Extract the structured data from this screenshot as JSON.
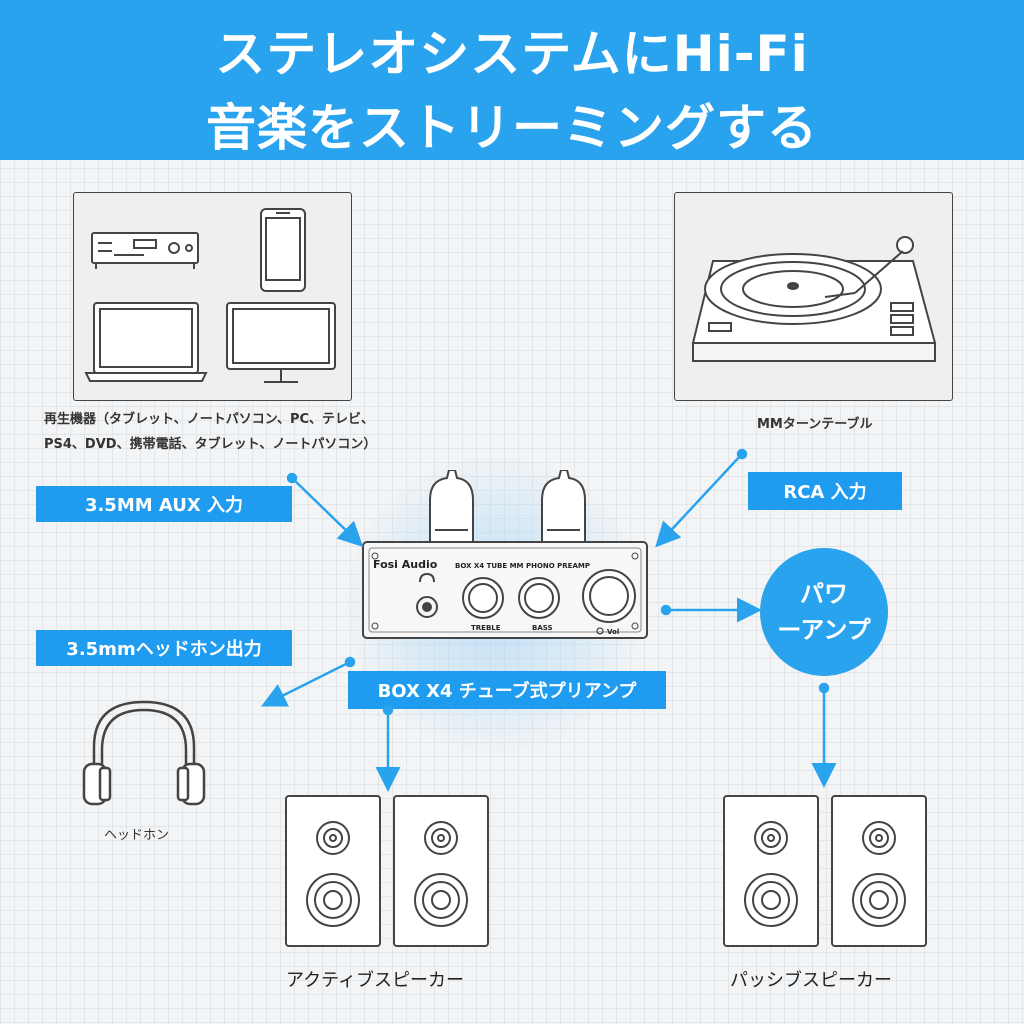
{
  "header": {
    "line1": "ステレオシステムにHi-Fi",
    "line2": "音楽をストリーミングする"
  },
  "sources": {
    "caption_line1": "再生機器（タブレット、ノートパソコン、PC、テレビ、",
    "caption_line2": "PS4、DVD、携帯電話、タブレット、ノートパソコン）"
  },
  "turntable": {
    "caption": "MMターンテーブル"
  },
  "labels": {
    "aux_input": "3.5MM AUX 入力",
    "rca_input": "RCA 入力",
    "headphone_output": "3.5mmヘッドホン出力",
    "product_name": "BOX X4 チューブ式プリアンプ"
  },
  "power_amp": {
    "line1": "パワ",
    "line2": "ーアンプ"
  },
  "device": {
    "brand": "Fosi Audio",
    "model": "BOX X4 TUBE MM PHONO PREAMP",
    "knob_treble": "TREBLE",
    "knob_bass": "BASS",
    "knob_vol": "Vol"
  },
  "headphones": {
    "caption": "ヘッドホン"
  },
  "active_speakers": {
    "caption": "アクティブスピーカー"
  },
  "passive_speakers": {
    "caption": "パッシブスピーカー"
  },
  "colors": {
    "accent": "#2aa3ee",
    "pill": "#1f9cf0",
    "ink": "#444444"
  },
  "icons": [
    "cd-player-icon",
    "smartphone-icon",
    "laptop-icon",
    "monitor-icon",
    "turntable-icon",
    "headphones-icon",
    "speaker-icon",
    "arrow-icon"
  ]
}
